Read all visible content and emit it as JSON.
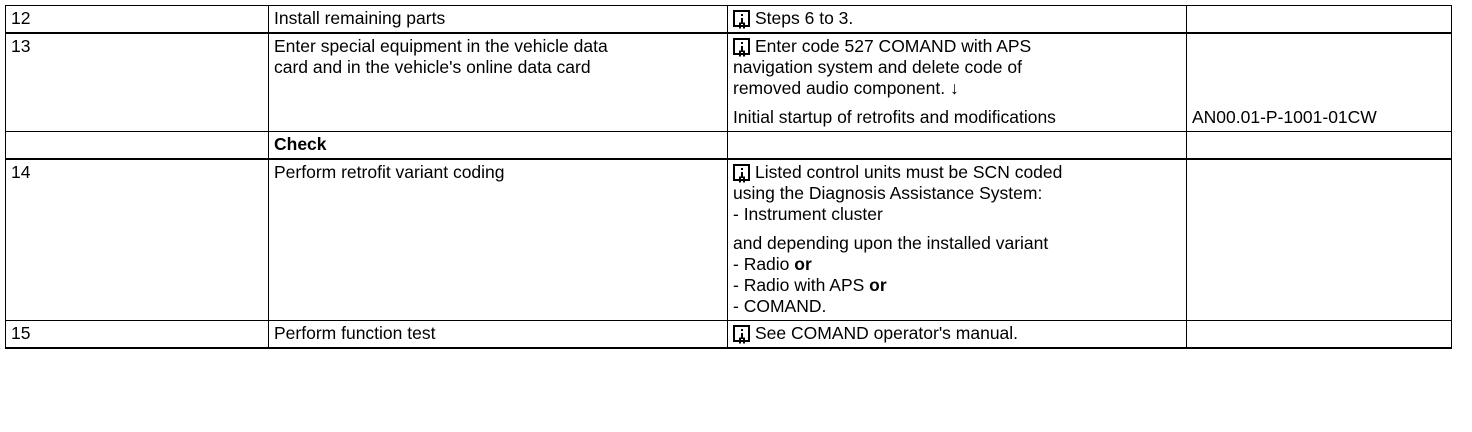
{
  "document": {
    "type": "work-procedure-table",
    "icon_name": "info-icon"
  },
  "table": {
    "columns": [
      "step-number",
      "task-description",
      "note",
      "document-reference"
    ],
    "rows": [
      {
        "kind": "step",
        "step": "12",
        "task": "Install remaining parts",
        "note_lines": [
          "Steps 6 to 3."
        ],
        "docref": ""
      },
      {
        "kind": "step",
        "step": "13",
        "task_lines": [
          "Enter special equipment in the vehicle data",
          "card and in the vehicle's online data card"
        ],
        "note_lines": [
          "Enter code 527 COMAND with APS",
          "navigation system and delete code of",
          "removed audio component. ↓"
        ],
        "note_second_para": "Initial startup of retrofits and modifications",
        "docref": "AN00.01-P-1001-01CW"
      },
      {
        "kind": "section",
        "step": "",
        "task": "Check",
        "note": "",
        "docref": ""
      },
      {
        "kind": "step",
        "step": "14",
        "task": "Perform retrofit variant coding",
        "note_lines": [
          "Listed control units must be SCN coded",
          "using the Diagnosis Assistance System:",
          "- Instrument cluster"
        ],
        "note_second_para_lines": [
          "and depending upon the installed variant"
        ],
        "note_variants": [
          {
            "prefix": "- Radio ",
            "bold": "or"
          },
          {
            "prefix": "- Radio with APS ",
            "bold": "or"
          },
          {
            "prefix": "- COMAND.",
            "bold": ""
          }
        ],
        "docref": ""
      },
      {
        "kind": "step",
        "step": "15",
        "task": "Perform function test",
        "note_lines": [
          "See COMAND operator's manual."
        ],
        "docref": ""
      }
    ]
  }
}
